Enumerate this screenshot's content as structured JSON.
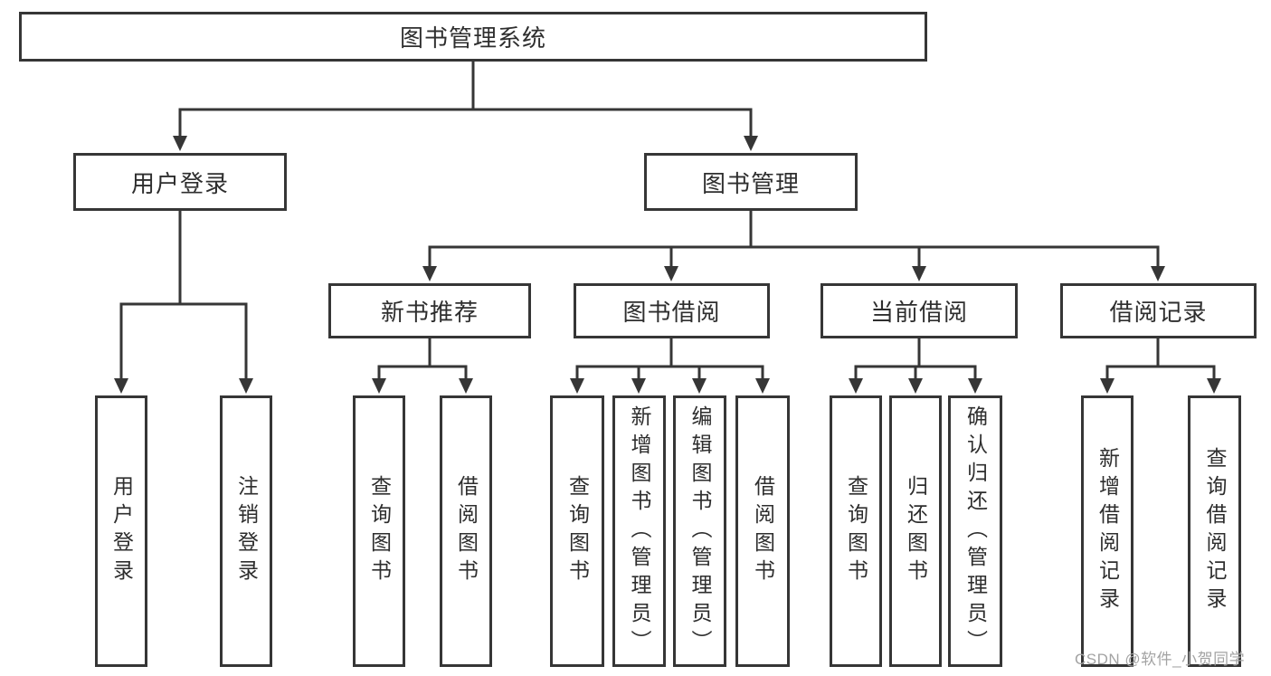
{
  "diagram": {
    "title": "图书管理系统",
    "root": {
      "label": "图书管理系统"
    },
    "level2": [
      {
        "id": "user-login",
        "label": "用户登录"
      },
      {
        "id": "book-management",
        "label": "图书管理"
      }
    ],
    "level3": [
      {
        "id": "new-book-recommend",
        "label": "新书推荐"
      },
      {
        "id": "book-borrow",
        "label": "图书借阅"
      },
      {
        "id": "current-borrow",
        "label": "当前借阅"
      },
      {
        "id": "borrow-records",
        "label": "借阅记录"
      }
    ],
    "leaves": {
      "user_login": [
        "用户登录",
        "注销登录"
      ],
      "new_book_recommend": [
        "查询图书",
        "借阅图书"
      ],
      "book_borrow": [
        "查询图书",
        "新增图书（管理员）",
        "编辑图书（管理员）",
        "借阅图书"
      ],
      "current_borrow": [
        "查询图书",
        "归还图书",
        "确认归还（管理员）"
      ],
      "borrow_records": [
        "新增借阅记录",
        "查询借阅记录"
      ]
    }
  },
  "watermark": {
    "text": "CSDN @软件_小贺同学"
  },
  "colors": {
    "line": "#363636",
    "box_background": "#ffffff",
    "text": "#2e2e2e",
    "watermark": "#a3a3a3",
    "page_background": "#ffffff"
  }
}
